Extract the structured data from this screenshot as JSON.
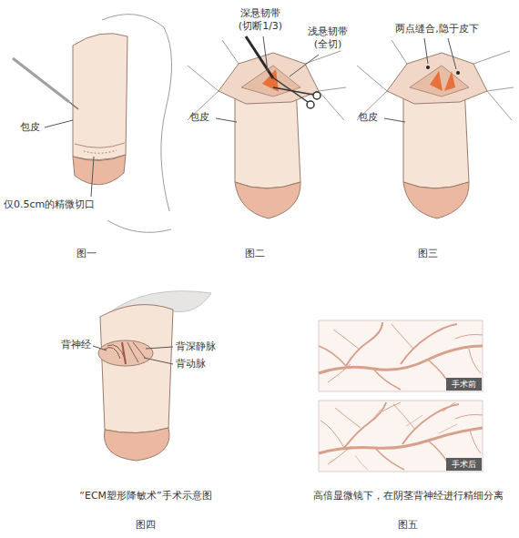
{
  "diagram": {
    "nodes": [
      {
        "text": [
          "手术前"
        ]
      },
      {
        "text": [
          "手术后"
        ]
      }
    ],
    "labels": [
      "包皮",
      "仅0.5cm的精微切口",
      "图一",
      "深悬韧带 (切断1/3)",
      "浅悬韧带 (全切)",
      "包皮",
      "图二",
      "两点缝合,隐于皮下",
      "包皮",
      "图三",
      "背神经",
      "背深静脉",
      "背动脉",
      "“ECM塑形降敏术”手术示意图",
      "图四",
      "高倍显微镜下，在阴茎背神经进行精细分离",
      "图五"
    ]
  }
}
